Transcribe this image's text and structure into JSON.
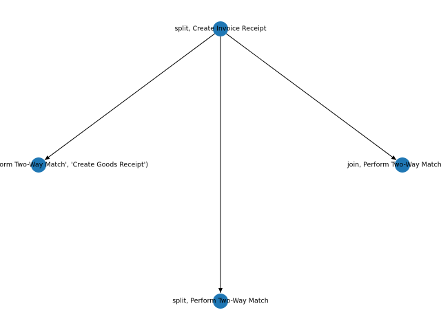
{
  "graph": {
    "node_color": "#1f77b4",
    "edge_color": "#000000",
    "nodes": [
      {
        "id": "root",
        "label": "split, Create Invoice Receipt"
      },
      {
        "id": "left",
        "label": "('Perform Two-Way Match', 'Create Goods Receipt')"
      },
      {
        "id": "right",
        "label": "join, Perform Two-Way Match"
      },
      {
        "id": "bottom",
        "label": "split, Perform Two-Way Match"
      }
    ],
    "edges": [
      {
        "from": "root",
        "to": "left"
      },
      {
        "from": "root",
        "to": "bottom"
      },
      {
        "from": "root",
        "to": "right"
      }
    ]
  }
}
